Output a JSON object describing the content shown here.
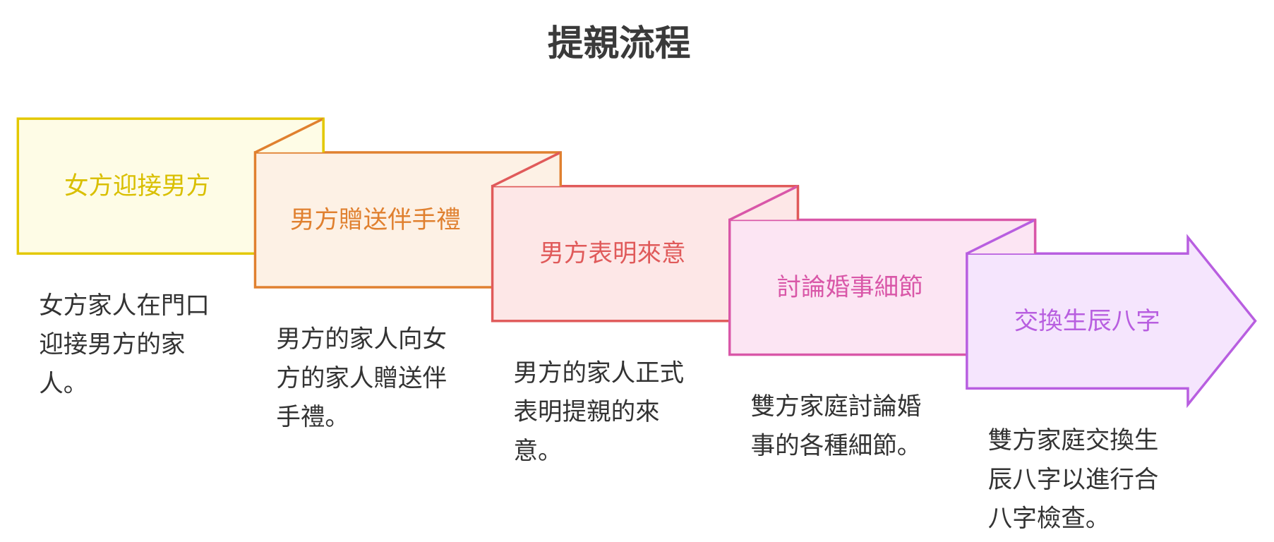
{
  "title": "提親流程",
  "steps": [
    {
      "label": "女方迎接男方",
      "desc": [
        "女方家人在門口",
        "迎接男方的家",
        "人。"
      ],
      "stroke": "#e3c800",
      "fill": "#fefce6",
      "text": "#d9bf00"
    },
    {
      "label": "男方贈送伴手禮",
      "desc": [
        "男方的家人向女",
        "方的家人贈送伴",
        "手禮。"
      ],
      "stroke": "#e0802f",
      "fill": "#fdf1e5",
      "text": "#e0802f"
    },
    {
      "label": "男方表明來意",
      "desc": [
        "男方的家人正式",
        "表明提親的來",
        "意。"
      ],
      "stroke": "#e05a5a",
      "fill": "#fde7e7",
      "text": "#e05a5a"
    },
    {
      "label": "討論婚事細節",
      "desc": [
        "雙方家庭討論婚",
        "事的各種細節。"
      ],
      "stroke": "#d957a8",
      "fill": "#fce5f3",
      "text": "#d957a8"
    },
    {
      "label": "交換生辰八字",
      "desc": [
        "雙方家庭交換生",
        "辰八字以進行合",
        "八字檢查。"
      ],
      "stroke": "#b85ee0",
      "fill": "#f5e5fd",
      "text": "#b85ee0"
    }
  ]
}
